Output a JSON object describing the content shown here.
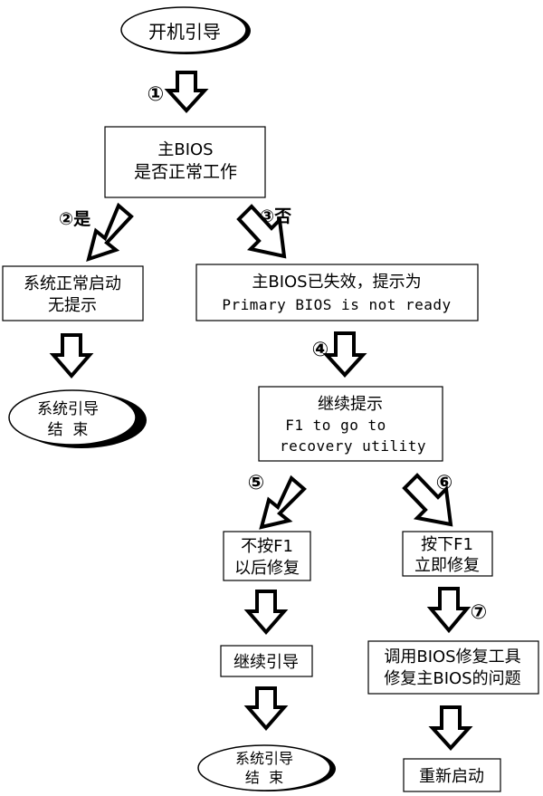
{
  "start": {
    "label": "开机引导"
  },
  "decision": {
    "line1": "主BIOS",
    "line2": "是否正常工作"
  },
  "normal_boot": {
    "line1": "系统正常启动",
    "line2": "无提示"
  },
  "end_left": {
    "line1": "系统引导",
    "line2": "结  束"
  },
  "failed_box": {
    "line1": "主BIOS已失效，提示为",
    "line2": "Primary BIOS is not ready"
  },
  "continue_prompt": {
    "line1": "继续提示",
    "line2": "F1 to go to",
    "line3": "recovery utility"
  },
  "no_press": {
    "line1": "不按F1",
    "line2": "以后修复"
  },
  "press_now": {
    "line1": "按下F1",
    "line2": "立即修复"
  },
  "continue_boot": {
    "label": "继续引导"
  },
  "end_bottom": {
    "line1": "系统引导",
    "line2": "结  束"
  },
  "repair_box": {
    "line1": "调用BIOS修复工具",
    "line2": "修复主BIOS的问题"
  },
  "restart": {
    "label": "重新启动"
  },
  "steps": {
    "s1": "①",
    "s2": "②是",
    "s3": "③否",
    "s4": "④",
    "s5": "⑤",
    "s6": "⑥",
    "s7": "⑦"
  },
  "colors": {
    "stroke": "#000000",
    "background": "#ffffff",
    "shadow": "#000000"
  }
}
